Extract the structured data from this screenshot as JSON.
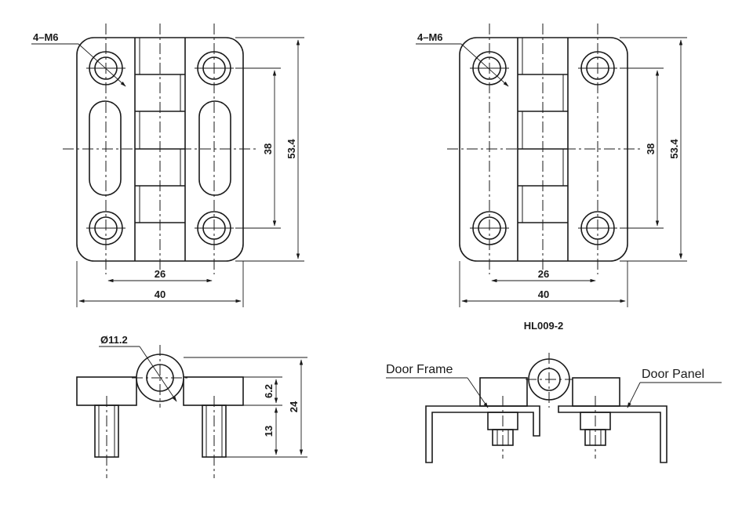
{
  "left_front_view": {
    "thread_label": "4–M6",
    "dim_hole_spacing_x": "26",
    "dim_width": "40",
    "dim_hole_spacing_y": "38",
    "dim_height": "53.4"
  },
  "right_front_view": {
    "thread_label": "4–M6",
    "dim_hole_spacing_x": "26",
    "dim_width": "40",
    "dim_hole_spacing_y": "38",
    "dim_height": "53.4",
    "model_code": "HL009-2"
  },
  "left_side_view": {
    "knuckle_diameter": "Ø11.2",
    "dim_leaf_thickness": "6.2",
    "dim_stud_length": "13",
    "dim_total_height": "24"
  },
  "right_side_view": {
    "door_frame_label": "Door Frame",
    "door_panel_label": "Door Panel"
  }
}
